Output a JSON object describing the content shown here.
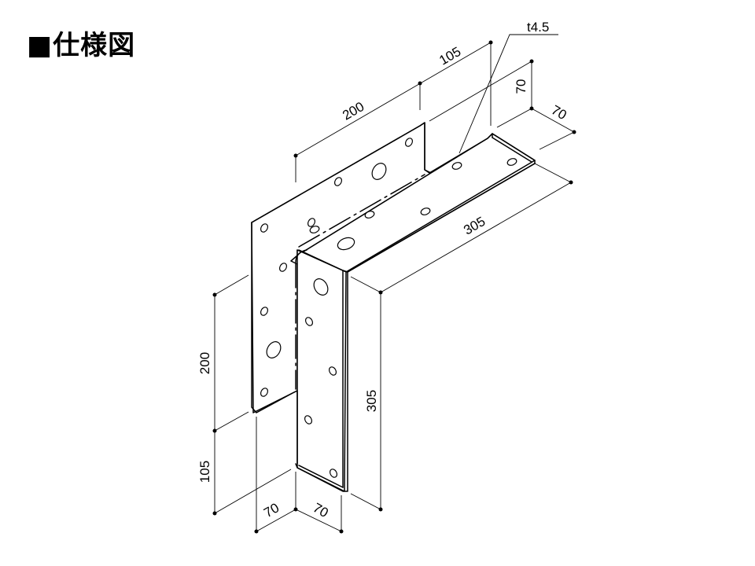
{
  "title": "■仕様図",
  "dimensions": {
    "top_200": "200",
    "top_105": "105",
    "thickness": "t4.5",
    "right_70_v": "70",
    "right_70_d": "70",
    "right_305": "305",
    "left_200": "200",
    "left_105": "105",
    "bottom_305": "305",
    "bottom_70_left": "70",
    "bottom_70_right": "70"
  }
}
